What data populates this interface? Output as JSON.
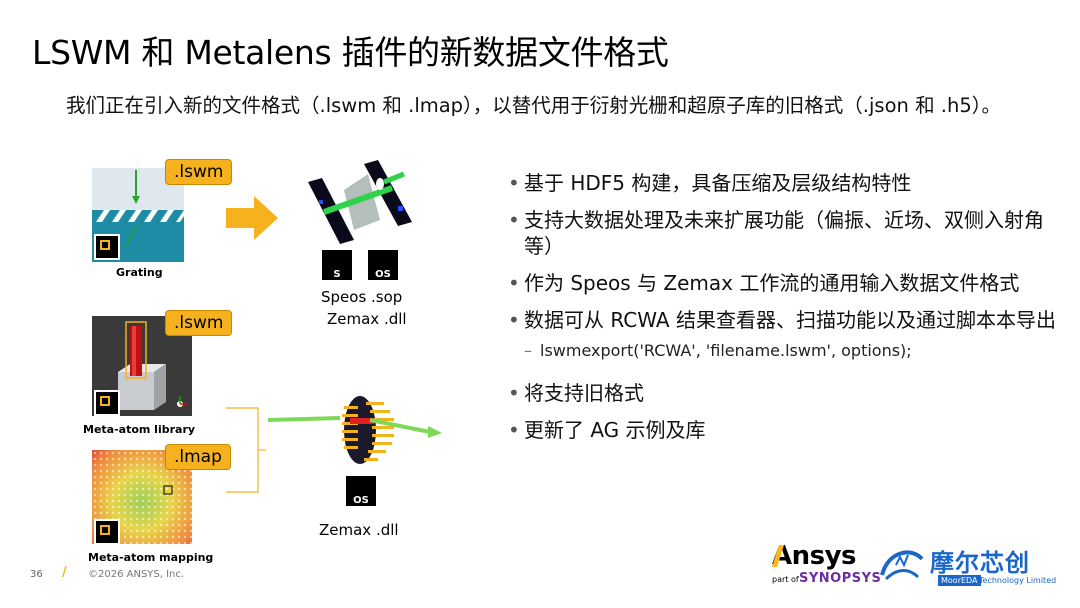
{
  "title": "LSWM 和 Metalens 插件的新数据文件格式",
  "intro": "我们正在引入新的文件格式（.lswm 和 .lmap），以替代用于衍射光栅和超原子库的旧格式（.json 和 .h5）。",
  "bullets": [
    "基于 HDF5 构建，具备压缩及层级结构特性",
    "支持大数据处理及未来扩展功能（偏振、近场、双侧入射角等）",
    "作为 Speos 与 Zemax 工作流的通用输入数据文件格式",
    "数据可从 RCWA 结果查看器、扫描功能以及通过脚本本导出"
  ],
  "sub_bullet": "lswmexport('RCWA', 'filename.lswm', options);",
  "bullets_after": [
    "将支持旧格式",
    "更新了 AG 示例及库"
  ],
  "tags": {
    "lswm1": ".lswm",
    "lswm2": ".lswm",
    "lmap": ".lmap"
  },
  "captions": {
    "grating": "Grating",
    "library": "Meta-atom library",
    "mapping": "Meta-atom mapping"
  },
  "labels": {
    "speos": "Speos .sop",
    "zemax1": "Zemax .dll",
    "zemax2": "Zemax .dll"
  },
  "badges": {
    "s": "S",
    "os1": "OS",
    "os2": "OS"
  },
  "footer": {
    "page": "36",
    "copyright": "©2026 ANSYS, Inc."
  },
  "logos": {
    "ansys": "Ansys",
    "partof": "part of",
    "synopsys": "SYNOPSYS",
    "moor": "摩尔芯创",
    "mooreda": "MoorEDA",
    "tech": "Technology Limited"
  },
  "colors": {
    "accent": "#f5b21e",
    "ansys_yellow": "#ffb71b",
    "moor_blue": "#1a66c9"
  }
}
